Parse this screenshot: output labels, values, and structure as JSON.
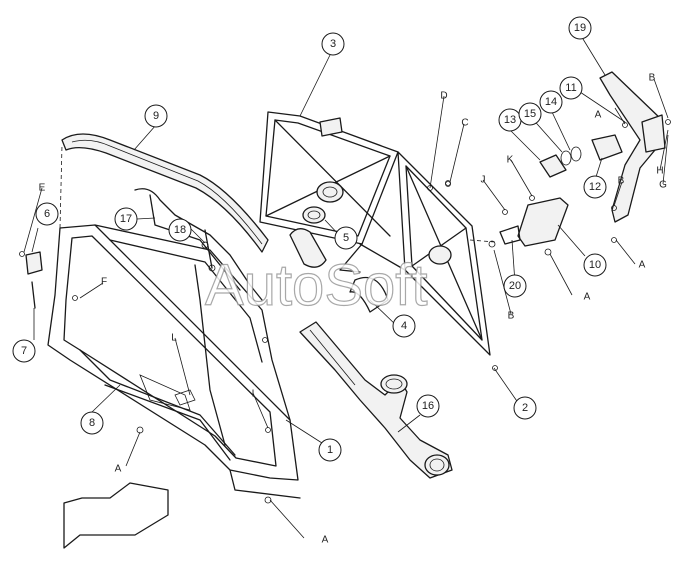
{
  "watermark": "AutoSoft",
  "callouts": [
    {
      "id": "c1",
      "label": "1"
    },
    {
      "id": "c2",
      "label": "2"
    },
    {
      "id": "c3",
      "label": "3"
    },
    {
      "id": "c4",
      "label": "4"
    },
    {
      "id": "c5",
      "label": "5"
    },
    {
      "id": "c6",
      "label": "6"
    },
    {
      "id": "c7",
      "label": "7"
    },
    {
      "id": "c8",
      "label": "8"
    },
    {
      "id": "c9",
      "label": "9"
    },
    {
      "id": "c10",
      "label": "10"
    },
    {
      "id": "c11",
      "label": "11"
    },
    {
      "id": "c12",
      "label": "12"
    },
    {
      "id": "c13",
      "label": "13"
    },
    {
      "id": "c14",
      "label": "14"
    },
    {
      "id": "c15",
      "label": "15"
    },
    {
      "id": "c16",
      "label": "16"
    },
    {
      "id": "c17",
      "label": "17"
    },
    {
      "id": "c18",
      "label": "18"
    },
    {
      "id": "c19",
      "label": "19"
    },
    {
      "id": "c20",
      "label": "20"
    }
  ],
  "letters": {
    "A": "A",
    "B": "B",
    "C": "C",
    "D": "D",
    "E": "E",
    "F": "F",
    "G": "G",
    "H": "H",
    "I": "I",
    "J": "J",
    "K": "K",
    "L": "L"
  }
}
